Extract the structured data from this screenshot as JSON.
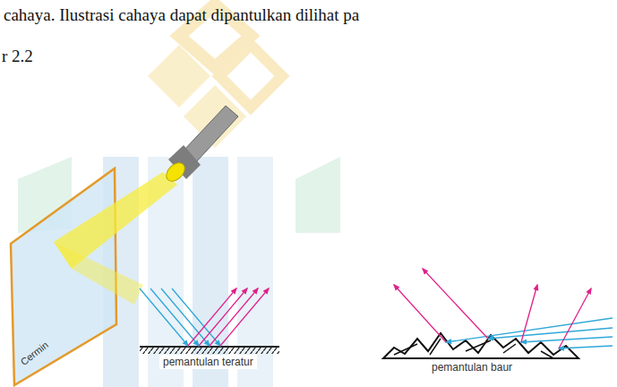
{
  "diagram": {
    "labels": [
      "cahaya. Ilustrasi cahaya dapat  dipantulkan dilihat pa",
      "r 2.2",
      "Cermin",
      "pemantulan teratur",
      "pemantulan baur"
    ]
  }
}
